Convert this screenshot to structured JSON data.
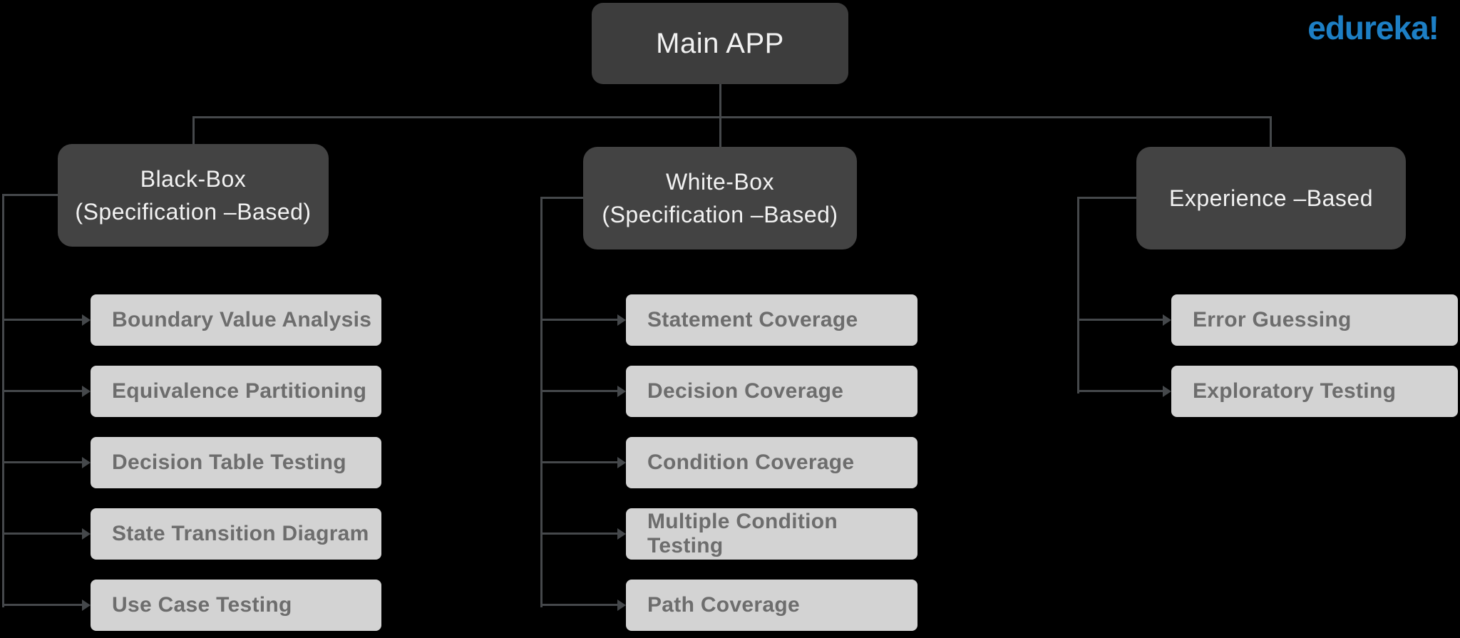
{
  "logo": "edureka!",
  "colors": {
    "background": "#000000",
    "dark_box": "#434343",
    "dark_box_text": "#f2f2f2",
    "leaf_box": "#d3d3d3",
    "leaf_text": "#6d6d6d",
    "connector_line": "#45484b",
    "logo_blue": "#1d7fc5"
  },
  "root": {
    "label": "Main APP"
  },
  "branches": [
    {
      "label_line1": "Black-Box",
      "label_line2": "(Specification –Based)",
      "children": [
        "Boundary Value Analysis",
        "Equivalence Partitioning",
        "Decision Table Testing",
        "State Transition Diagram",
        "Use Case Testing"
      ]
    },
    {
      "label_line1": "White-Box",
      "label_line2": "(Specification –Based)",
      "children": [
        "Statement Coverage",
        "Decision Coverage",
        "Condition Coverage",
        "Multiple Condition Testing",
        "Path Coverage"
      ]
    },
    {
      "label_line1": "Experience –Based",
      "label_line2": "",
      "children": [
        "Error Guessing",
        "Exploratory Testing"
      ]
    }
  ]
}
